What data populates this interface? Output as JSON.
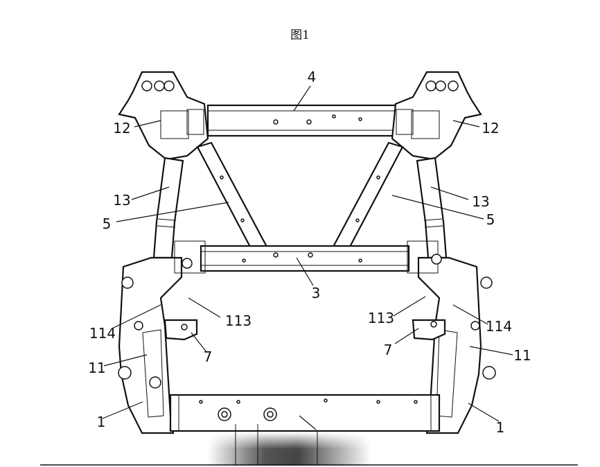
{
  "figure": {
    "caption": "图1"
  },
  "labels": {
    "crossbeam_top": "4",
    "crossbeam_middle": "3",
    "mount_left": "12",
    "mount_right": "12",
    "arm_left": "13",
    "arm_right": "13",
    "brace_left": "5",
    "brace_right": "5",
    "cavity_left": "113",
    "cavity_right": "113",
    "node_left": "114",
    "node_right": "114",
    "bracket_left": "7",
    "bracket_right": "7",
    "rail_left": "11",
    "rail_right": "11",
    "frame_left": "1",
    "frame_right": "1"
  }
}
